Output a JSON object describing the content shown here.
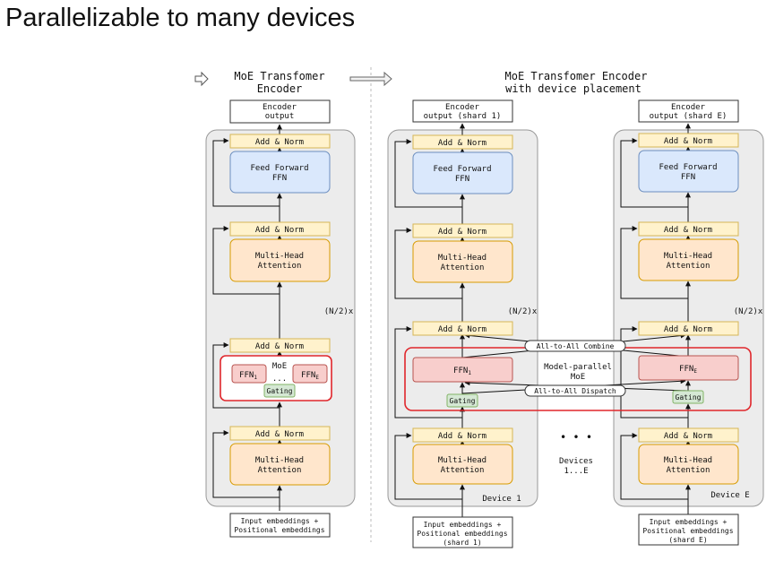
{
  "slide_title": "Parallelizable to many devices",
  "left": {
    "header_line1": "MoE Transfomer",
    "header_line2": "Encoder",
    "output_line1": "Encoder",
    "output_line2": "output",
    "add_norm": "Add & Norm",
    "ffn_line1": "Feed Forward",
    "ffn_line2": "FFN",
    "mha_line1": "Multi-Head",
    "mha_line2": "Attention",
    "repeat": "(N/2)x",
    "moe_label": "MoE",
    "ffn_1": "FFN",
    "ffn_1_sub": "1",
    "ffn_e": "FFN",
    "ffn_e_sub": "E",
    "ellipsis": "...",
    "gating": "Gating",
    "input_line1": "Input embeddings +",
    "input_line2": "Positional embeddings"
  },
  "right": {
    "header_line1": "MoE Transfomer Encoder",
    "header_line2": "with device placement",
    "shard1_output_line1": "Encoder",
    "shard1_output_line2": "output (shard 1)",
    "shardE_output_line1": "Encoder",
    "shardE_output_line2": "output (shard E)",
    "add_norm": "Add & Norm",
    "ffn_line1": "Feed Forward",
    "ffn_line2": "FFN",
    "mha_line1": "Multi-Head",
    "mha_line2": "Attention",
    "repeat": "(N/2)x",
    "ffn_1": "FFN",
    "ffn_1_sub": "1",
    "ffn_e": "FFN",
    "ffn_e_sub": "E",
    "gating": "Gating",
    "model_parallel_line1": "Model-parallel",
    "model_parallel_line2": "MoE",
    "all_to_all_combine": "All-to-All Combine",
    "all_to_all_dispatch": "All-to-All Dispatch",
    "dots": "• • •",
    "devices_line1": "Devices",
    "devices_line2": "1...E",
    "device1": "Device 1",
    "deviceE": "Device E",
    "input1_line1": "Input embeddings +",
    "input1_line2": "Positional embeddings",
    "input1_line3": "(shard 1)",
    "inputE_line1": "Input embeddings +",
    "inputE_line2": "Positional embeddings",
    "inputE_line3": "(shard E)"
  },
  "colors": {
    "add_norm_fill": "#fff2cc",
    "add_norm_stroke": "#d6b656",
    "ffn_fill": "#dae8fc",
    "ffn_stroke": "#6c8ebf",
    "mha_fill": "#ffe6cc",
    "mha_stroke": "#d79b00",
    "expert_fill": "#f8cecc",
    "expert_stroke": "#b85450",
    "gating_fill": "#d5e8d4",
    "gating_stroke": "#82b366",
    "moe_border": "#e0262b",
    "panel_fill": "#ececec"
  }
}
